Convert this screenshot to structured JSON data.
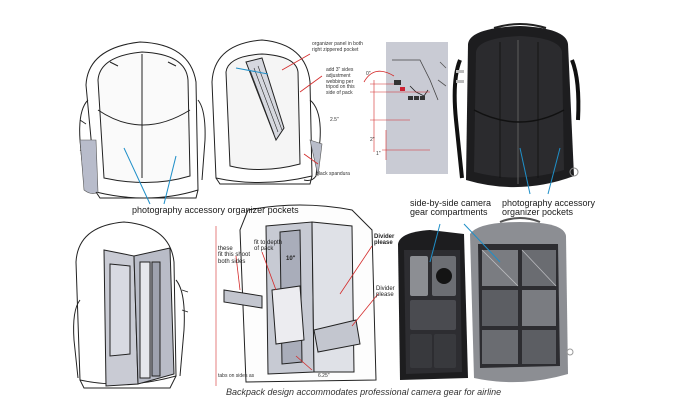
{
  "labels": {
    "accessory_pockets_left": "photography accessory organizer pockets",
    "organizer_panel_note": "organizer panel in both\nright zippered pocket",
    "add_sides_note": "add 3\" sides\nadjustment\nwebbing per\ntripod on this\nside of pack",
    "dim_2_5": "2.5\"",
    "dim_2": "2\"",
    "dim_1": "1\"",
    "dim_0": "0\"",
    "black_spandura": "black spandura",
    "side_by_side": "side-by-side camera\ngear compartments",
    "accessory_pockets_right": "photography accessory\norganizer pockets",
    "these_fit_note": "these\nfit this shoot\nboth sides",
    "fit_depth_note": "fit to depth\nof pack",
    "dim_10": "10\"",
    "divider_left_note": "Divider\nplease",
    "divider_right_note": "Divider\nplease",
    "dim_6_25": "6.25\"",
    "tabs_note": "tabs on sides as",
    "caption": "Backpack design accommodates professional camera gear for airline"
  },
  "colors": {
    "sketch_line": "#222222",
    "annotation_red": "#d42a2a",
    "leader_blue": "#1f8fc8",
    "panel_gray": "#c9cbd4",
    "bag_black": "#1d1d1f",
    "bag_gray": "#8c8e93"
  }
}
